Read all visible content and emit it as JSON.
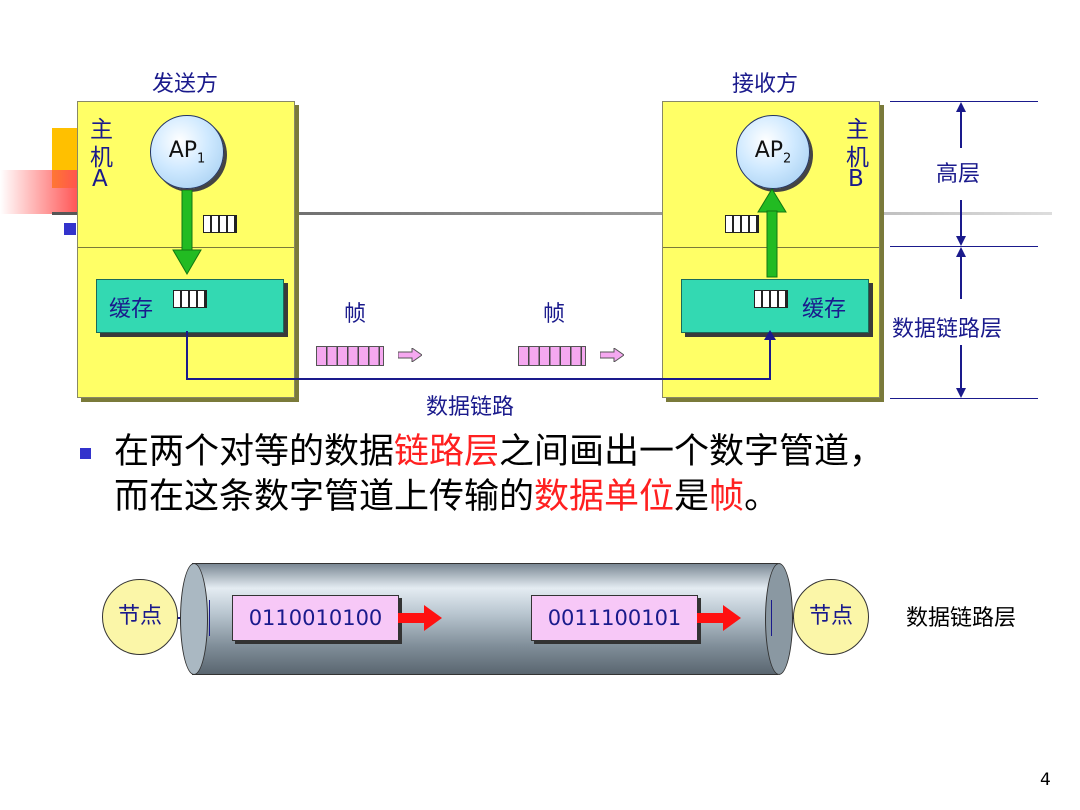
{
  "top": {
    "sender_label": "发送方",
    "receiver_label": "接收方",
    "host_a": {
      "line1": "主",
      "line2": "机",
      "line3": "A",
      "ap_main": "AP",
      "ap_sub": "1",
      "buffer_label": "缓存"
    },
    "host_b": {
      "line1": "主",
      "line2": "机",
      "line3": "B",
      "ap_main": "AP",
      "ap_sub": "2",
      "buffer_label": "缓存"
    },
    "frame_label_1": "帧",
    "frame_label_2": "帧",
    "link_label": "数据链路",
    "layer_high": "高层",
    "layer_dll": "数据链路层"
  },
  "bullet": {
    "line1_a": "在两个对等的数据",
    "line1_red": "链路层",
    "line1_b": "之间画出一个数字管道，",
    "line2_a": "而在这条数字管道上传输的",
    "line2_red1": "数据单位",
    "line2_b": "是",
    "line2_red2": "帧",
    "line2_c": "。"
  },
  "pipe": {
    "node_left": "节点",
    "node_right": "节点",
    "bits_1": "0110010100",
    "bits_2": "0011100101",
    "layer_label": "数据链路层"
  },
  "page_number": "4",
  "colors": {
    "host": "#ffff66",
    "buffer": "#33d9b2",
    "arrow": "#22bb22",
    "accent_red": "#ff2020",
    "navy": "#1a1a8c"
  }
}
